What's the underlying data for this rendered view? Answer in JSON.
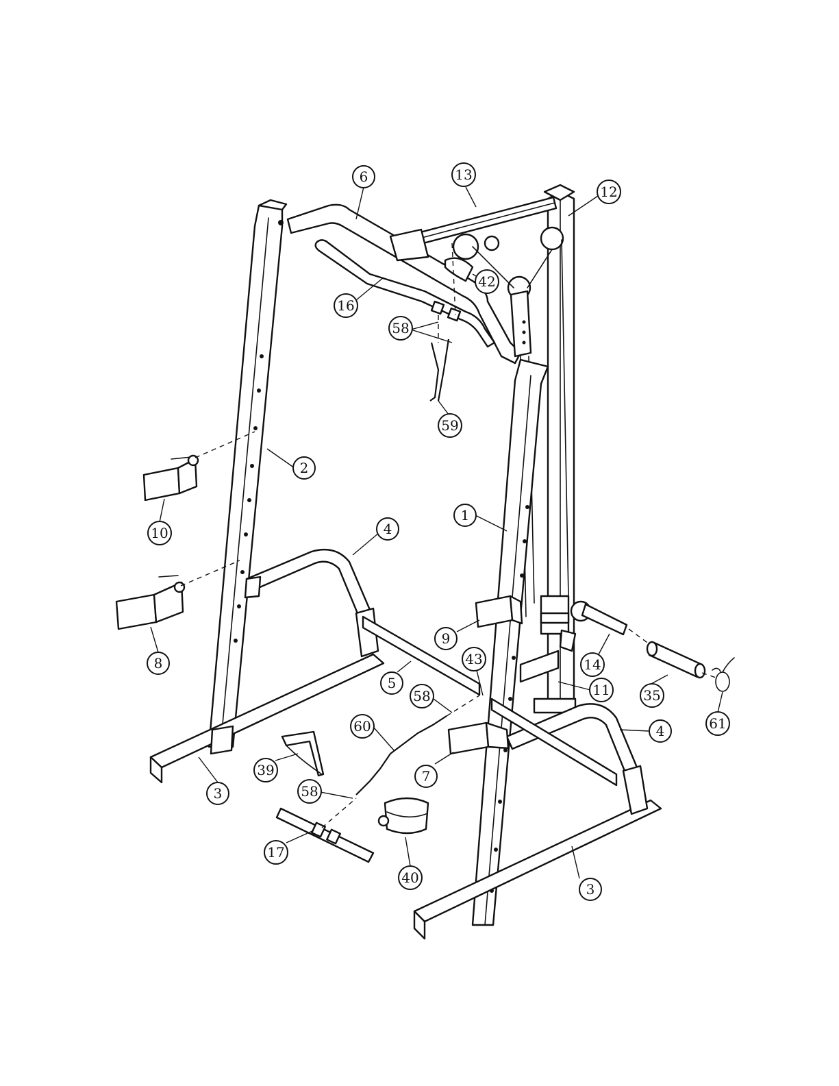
{
  "parts": [
    {
      "id": "p1",
      "label": "1"
    },
    {
      "id": "p2",
      "label": "2"
    },
    {
      "id": "p3a",
      "label": "3"
    },
    {
      "id": "p3b",
      "label": "3"
    },
    {
      "id": "p4a",
      "label": "4"
    },
    {
      "id": "p4b",
      "label": "4"
    },
    {
      "id": "p5",
      "label": "5"
    },
    {
      "id": "p6",
      "label": "6"
    },
    {
      "id": "p7",
      "label": "7"
    },
    {
      "id": "p8",
      "label": "8"
    },
    {
      "id": "p9",
      "label": "9"
    },
    {
      "id": "p10",
      "label": "10"
    },
    {
      "id": "p11",
      "label": "11"
    },
    {
      "id": "p12",
      "label": "12"
    },
    {
      "id": "p13",
      "label": "13"
    },
    {
      "id": "p14",
      "label": "14"
    },
    {
      "id": "p16",
      "label": "16"
    },
    {
      "id": "p17",
      "label": "17"
    },
    {
      "id": "p35",
      "label": "35"
    },
    {
      "id": "p39",
      "label": "39"
    },
    {
      "id": "p40",
      "label": "40"
    },
    {
      "id": "p42",
      "label": "42"
    },
    {
      "id": "p43",
      "label": "43"
    },
    {
      "id": "p58a",
      "label": "58"
    },
    {
      "id": "p58b",
      "label": "58"
    },
    {
      "id": "p58c",
      "label": "58"
    },
    {
      "id": "p59",
      "label": "59"
    },
    {
      "id": "p60",
      "label": "60"
    },
    {
      "id": "p61",
      "label": "61"
    }
  ]
}
